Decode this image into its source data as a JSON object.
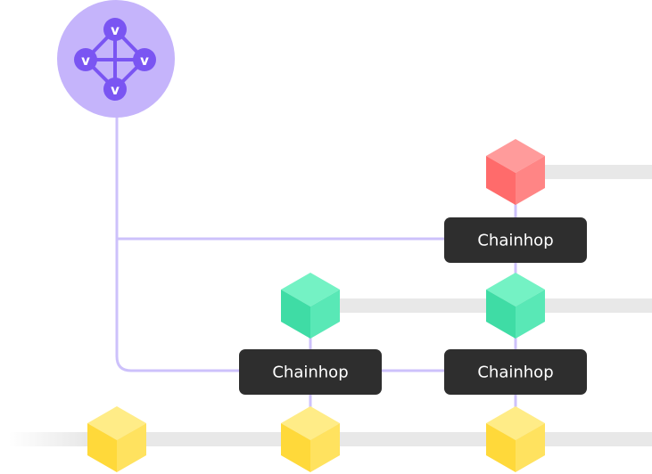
{
  "colors": {
    "hub_circle": "#c5b4fb",
    "hub_nodes": "#7a55f2",
    "connector": "#cdc1fb",
    "rail": "#e8e8e8",
    "label_box": "#2e2e2e",
    "label_text": "#ffffff",
    "block_red": "#ff8a8a",
    "block_green": "#5ee6b6",
    "block_yellow": "#ffe46a"
  },
  "hub": {
    "icon": "validator-network-icon",
    "nodes": [
      "v",
      "v",
      "v",
      "v"
    ]
  },
  "chains": [
    {
      "color": "red",
      "rail": true
    },
    {
      "color": "green",
      "rail": true
    },
    {
      "color": "yellow",
      "rail": true
    }
  ],
  "labels": {
    "top": "Chainhop",
    "bottom_left": "Chainhop",
    "bottom_right": "Chainhop"
  },
  "blocks": [
    {
      "id": "red-block",
      "color": "red"
    },
    {
      "id": "green-block-left",
      "color": "green"
    },
    {
      "id": "green-block-right",
      "color": "green"
    },
    {
      "id": "yellow-block-1",
      "color": "yellow"
    },
    {
      "id": "yellow-block-2",
      "color": "yellow"
    },
    {
      "id": "yellow-block-3",
      "color": "yellow"
    }
  ]
}
